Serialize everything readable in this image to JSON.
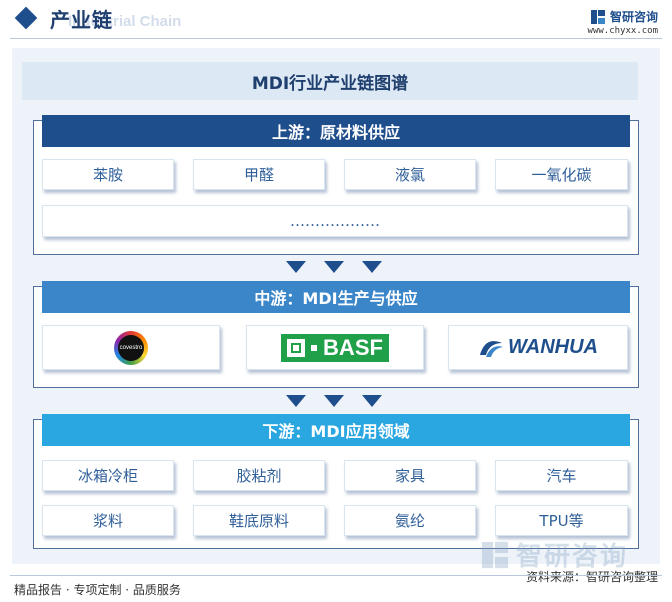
{
  "header": {
    "title": "产业链",
    "subtitle": "Industrial Chain",
    "brand_name": "智研咨询",
    "brand_url": "www.chyxx.com"
  },
  "main_title": "MDI行业产业链图谱",
  "upstream": {
    "heading": "上游：原材料供应",
    "items": [
      "苯胺",
      "甲醛",
      "液氯",
      "一氧化碳"
    ],
    "more": "………………"
  },
  "midstream": {
    "heading": "中游：MDI生产与供应",
    "logos": {
      "covestro": "covestro",
      "basf": "BASF",
      "wanhua": "WANHUA"
    }
  },
  "downstream": {
    "heading": "下游：MDI应用领域",
    "row1": [
      "冰箱冷柜",
      "胶粘剂",
      "家具",
      "汽车"
    ],
    "row2": [
      "浆料",
      "鞋底原料",
      "氨纶",
      "TPU等"
    ]
  },
  "watermark": "智研咨询",
  "footer": {
    "left": "精品报告 · 专项定制 · 品质服务",
    "source": "资料来源：智研咨询整理"
  },
  "colors": {
    "upstream_header": "#1f4e8c",
    "midstream_header": "#3b86c8",
    "downstream_header": "#2aa6e0",
    "arrow": "#1f4e8c"
  }
}
